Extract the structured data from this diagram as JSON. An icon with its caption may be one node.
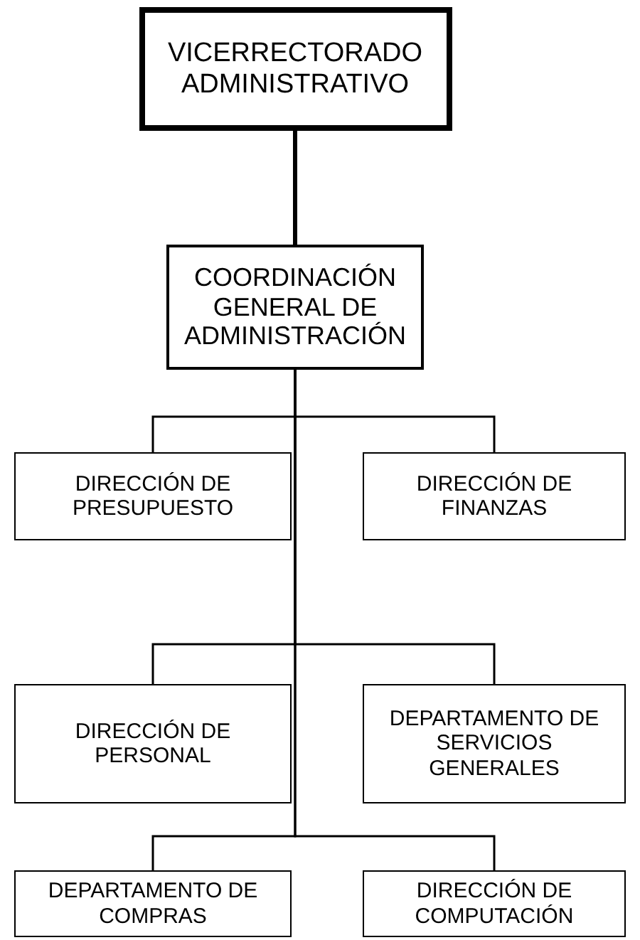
{
  "diagram": {
    "nodes": [
      {
        "text": [
          "VICERRECTORADO ADMINISTRATIVO"
        ]
      },
      {
        "text": [
          "COORDINACIÓN GENERAL DE ADMINISTRACIÓN"
        ]
      },
      {
        "text": [
          "DIRECCIÓN DE PRESUPUESTO"
        ]
      },
      {
        "text": [
          "DIRECCIÓN DE FINANZAS"
        ]
      },
      {
        "text": [
          "DIRECCIÓN DE PERSONAL"
        ]
      },
      {
        "text": [
          "DEPARTAMENTO DE SERVICIOS GENERALES"
        ]
      },
      {
        "text": [
          "DEPARTAMENTO DE COMPRAS"
        ]
      },
      {
        "text": [
          "DIRECCIÓN DE COMPUTACIÓN"
        ]
      }
    ],
    "edges": [
      {
        "from": 0,
        "to": 1,
        "arrow": "none",
        "style": "thick"
      },
      {
        "from": 1,
        "to": 2,
        "arrow": "none"
      },
      {
        "from": 1,
        "to": 3,
        "arrow": "none"
      },
      {
        "from": 1,
        "to": 4,
        "arrow": "none"
      },
      {
        "from": 1,
        "to": 5,
        "arrow": "none"
      },
      {
        "from": 1,
        "to": 6,
        "arrow": "none"
      },
      {
        "from": 1,
        "to": 7,
        "arrow": "none"
      }
    ]
  }
}
